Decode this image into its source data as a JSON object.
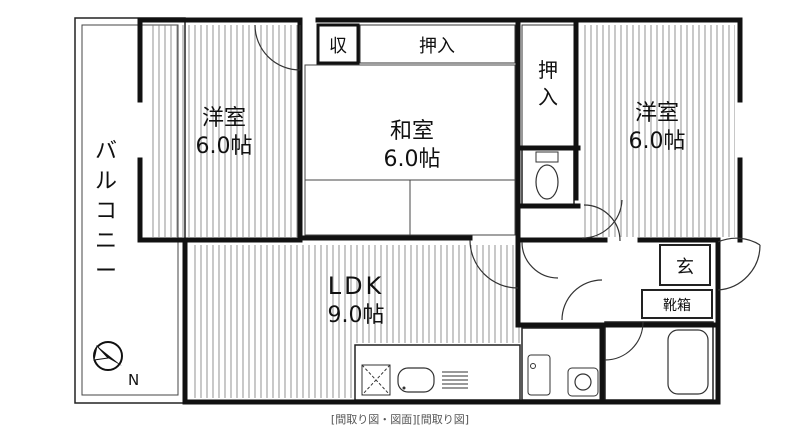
{
  "rooms": {
    "western_left": {
      "name": "洋室",
      "size": "6.0帖"
    },
    "washitsu": {
      "name": "和室",
      "size": "6.0帖"
    },
    "western_right": {
      "name": "洋室",
      "size": "6.0帖"
    },
    "ldk": {
      "name": "LDK",
      "size": "9.0帖"
    }
  },
  "labels": {
    "closet_small": "収",
    "oshiire_top": "押入",
    "oshiire_side_1": "押",
    "oshiire_side_2": "入",
    "balcony": [
      "バ",
      "ル",
      "コ",
      "ニ",
      "ー"
    ],
    "entrance": "玄",
    "shoe_box": "靴箱",
    "north": "N"
  },
  "caption": "[間取り図・図面][間取り図]"
}
